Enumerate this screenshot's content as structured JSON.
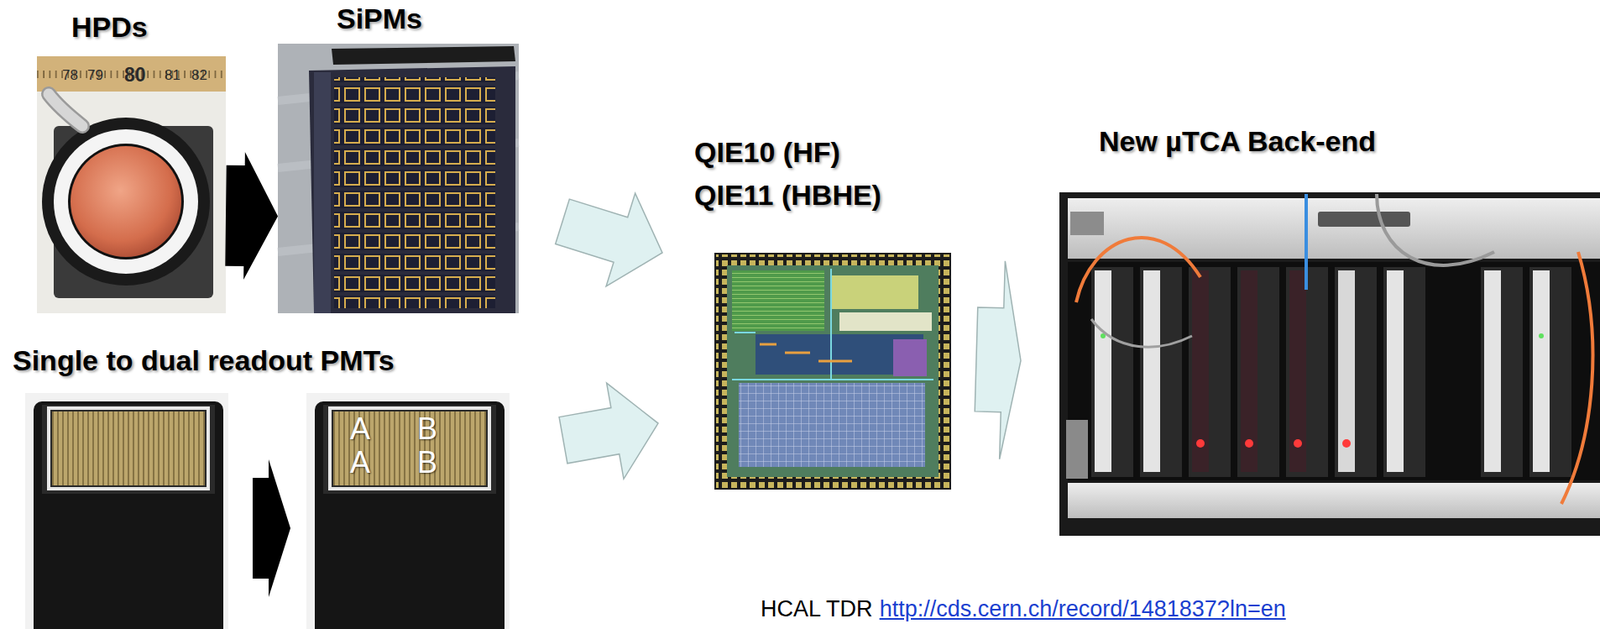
{
  "diagram": {
    "nodes": [
      {
        "text": [
          "HPDs"
        ]
      },
      {
        "text": [
          "SiPMs"
        ]
      },
      {
        "text": [
          "Single to dual readout PMTs"
        ]
      },
      {
        "text": [
          "A",
          "B",
          "A",
          "B"
        ]
      },
      {
        "text": [
          "QIE10 (HF)",
          "QIE11 (HBHE)"
        ]
      },
      {
        "text": [
          "New µTCA Back-end"
        ]
      }
    ],
    "edges": [
      {
        "from": 0,
        "to": 1,
        "arrow": "to"
      },
      {
        "from": 2,
        "to": 3,
        "arrow": "to"
      },
      {
        "from": 1,
        "to": 4,
        "arrow": "to"
      },
      {
        "from": 3,
        "to": 4,
        "arrow": "to"
      },
      {
        "from": 4,
        "to": 5,
        "arrow": "to"
      }
    ],
    "labels": [
      "78",
      "79",
      "80",
      "81",
      "82",
      "HCAL TDR",
      "http://cds.cern.ch/record/1481837?ln=en"
    ]
  }
}
